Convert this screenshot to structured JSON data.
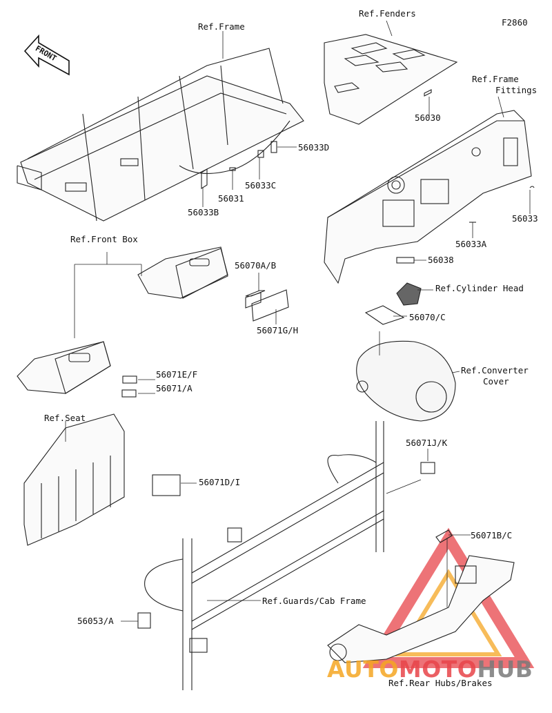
{
  "figure_code": "F2860",
  "front_arrow": "FRONT",
  "labels": {
    "ref_frame": "Ref.Frame",
    "ref_fenders": "Ref.Fenders",
    "ref_frame_fittings_1": "Ref.Frame",
    "ref_frame_fittings_2": "Fittings",
    "ref_front_box": "Ref.Front Box",
    "ref_cylinder_head": "Ref.Cylinder Head",
    "ref_converter_cover_1": "Ref.Converter",
    "ref_converter_cover_2": "Cover",
    "ref_seat": "Ref.Seat",
    "ref_guards_cab_frame": "Ref.Guards/Cab Frame",
    "ref_rear_hubs_brakes": "Ref.Rear Hubs/Brakes"
  },
  "parts": {
    "p56030": "56030",
    "p56033D": "56033D",
    "p56033C": "56033C",
    "p56031": "56031",
    "p56033B": "56033B",
    "p56033": "56033",
    "p56033A": "56033A",
    "p56038": "56038",
    "p56070AB": "56070A/B",
    "p56071GH": "56071G/H",
    "p56070C": "56070/C",
    "p56071EF": "56071E/F",
    "p56071A": "56071/A",
    "p56071DI": "56071D/I",
    "p56071JK": "56071J/K",
    "p56071BC": "56071B/C",
    "p56053A": "56053/A"
  },
  "watermark": {
    "part1": "AUTO",
    "part2": "MOTO",
    "part3": "HUB",
    "color_orange": "#f5a623",
    "color_red": "#e8454a",
    "color_gray": "#7a7a7a"
  }
}
